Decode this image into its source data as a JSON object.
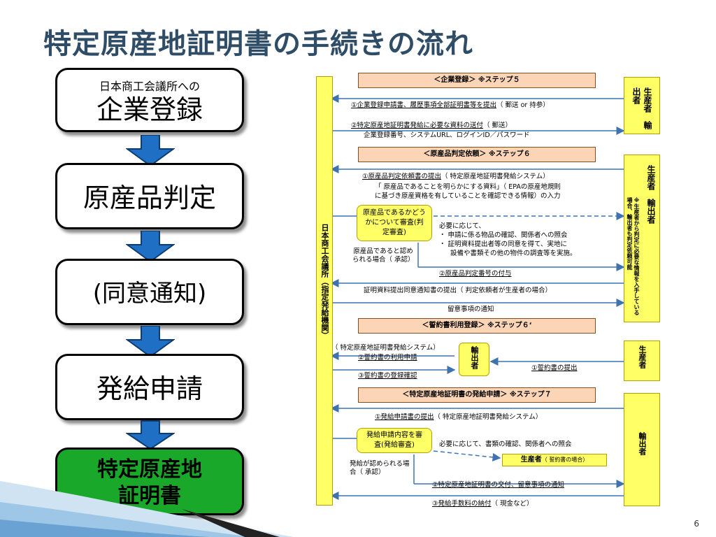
{
  "title": "特定原産地証明書の手続きの流れ",
  "left_flow": {
    "step1_small": "日本商工会議所への",
    "step1_big": "企業登録",
    "step2": "原産品判定",
    "step3": "(同意通知)",
    "step4": "発給申請",
    "step5": "特定原産地証明書"
  },
  "diagram": {
    "left_column": "日本商工会議所（指定発給機関）",
    "sec1": {
      "header": "＜企業登録＞ ※ステップ５",
      "actor": "生産者　輸出者",
      "l1": "①企業登録申請書、履歴事項全部証明書等を提出",
      "l1b": "（ 郵送 or 持参）",
      "l2": "②特定原産地証明書発給に必要な資料の送付",
      "l2b": "（ 郵送）",
      "l2c": "企業登録番号、システムURL、ログインID／パスワード"
    },
    "sec2": {
      "header": "＜原産品判定依頼＞ ※ステップ６",
      "actor": "生産者　輸出者",
      "actor_note": "※生産者から判定に必要な情報を入手している場合、輸出者も判定依頼可能",
      "l1": "①原産品判定依頼書の提出",
      "l1b": "（ 特定原産地証明書発給システム）",
      "l2": "「 原産品であることを明らかにする資料」（ EPAの原産地規則",
      "l3": "に基づき原産資格を有していることを確認できる情報）の入力",
      "review": "原産品であるかどうかについて審査(判定審査)",
      "note1": "必要に応じて、",
      "note2": "・ 申請に係る物品の確認、関係者への照会",
      "note3": "・ 証明資料提出者等の同意を得て、実地に",
      "note4": "設備や書類その他の物件の調査等を実施。",
      "approved": "原産品であると認められる場合（ 承認）",
      "l4": "②原産品判定番号の付与",
      "l5": "証明資料提出同意通知書の提出（ 判定依頼者が生産者の場合）",
      "l6": "留意事項の通知"
    },
    "sec3": {
      "header": "＜誓約書利用登録＞ ※ステップ６‘",
      "system": "（ 特定原産地証明書発給システム）",
      "l1": "②誓約書の利用申請",
      "l2": "③誓約書の登録確認",
      "exporter": "輸出者",
      "producer": "生産者",
      "l3": "①誓約書の提出"
    },
    "sec4": {
      "header": "＜特定原産地証明書の発給申請＞ ※ステップ７",
      "actor": "輸出者",
      "l1": "①発給申請書の提出",
      "l1b": "（ 特定原産地証明書発給システム）",
      "review": "発給申請内容を審査(発給審査)",
      "note": "必要に応じて、書類の確認、関係者への照会",
      "producer_box": "生産者",
      "producer_note": "（ 誓約書の場合）",
      "approved": "発給が認められる場合（ 承認）",
      "l2": "②特定原産地証明書の交付、留意事項の通知",
      "l3": "③発給手数料の納付",
      "l3b": "（ 現金など）"
    }
  },
  "page_number": "6",
  "colors": {
    "title": "#2f4d66",
    "arrow": "#1f6fc4",
    "final": "#1aa82b",
    "yellow": "#ffff66",
    "header": "#fbd5b5"
  }
}
